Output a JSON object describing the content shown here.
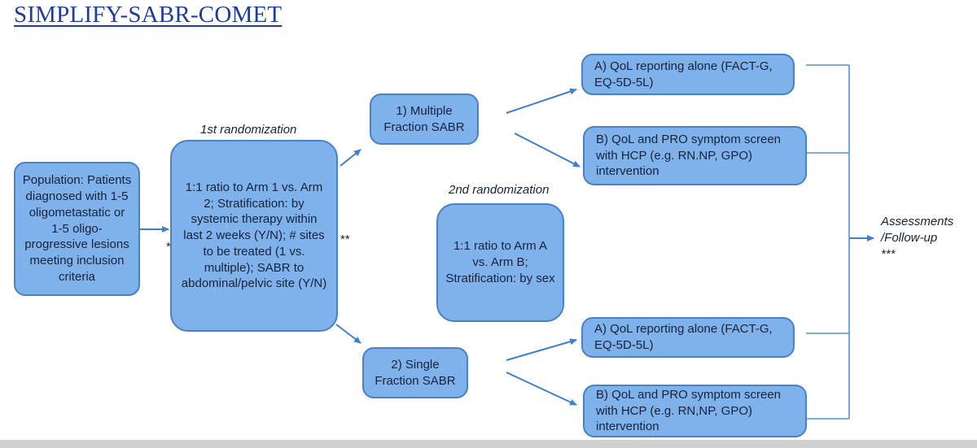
{
  "title": "SIMPLIFY-SABR-COMET",
  "labels": {
    "first_randomization": "1st randomization",
    "second_randomization": "2nd randomization",
    "population_mark": "*",
    "randomization_mark": "**"
  },
  "boxes": {
    "population": "Population: Patients diagnosed with 1-5 oligometastatic or 1-5 oligo-progressive lesions meeting inclusion criteria",
    "first_randomization": "1:1 ratio to Arm 1 vs. Arm 2; Stratification: by systemic therapy within last 2 weeks (Y/N); # sites to be treated (1 vs. multiple); SABR to abdominal/pelvic site (Y/N)",
    "multiple_fraction": "1) Multiple Fraction SABR",
    "single_fraction": "2) Single Fraction SABR",
    "second_randomization": "1:1 ratio to Arm A vs. Arm B; Stratification: by sex",
    "arm_a_top": "A) QoL reporting alone (FACT-G, EQ-5D-5L)",
    "arm_b_top": "B) QoL and PRO symptom screen with HCP (e.g. RN.NP, GPO) intervention",
    "arm_a_bottom": "A)  QoL reporting alone (FACT-G, EQ-5D-5L)",
    "arm_b_bottom": "B) QoL and PRO symptom screen with HCP (e.g. RN,NP, GPO) intervention"
  },
  "assessments": {
    "line1": "Assessments",
    "line2": "/Follow-up",
    "line3": "***"
  },
  "colors": {
    "box_fill": "#7fb1ea",
    "box_border": "#4a80c5",
    "arrow": "#3f7fcf",
    "title": "#1f3c9c"
  }
}
